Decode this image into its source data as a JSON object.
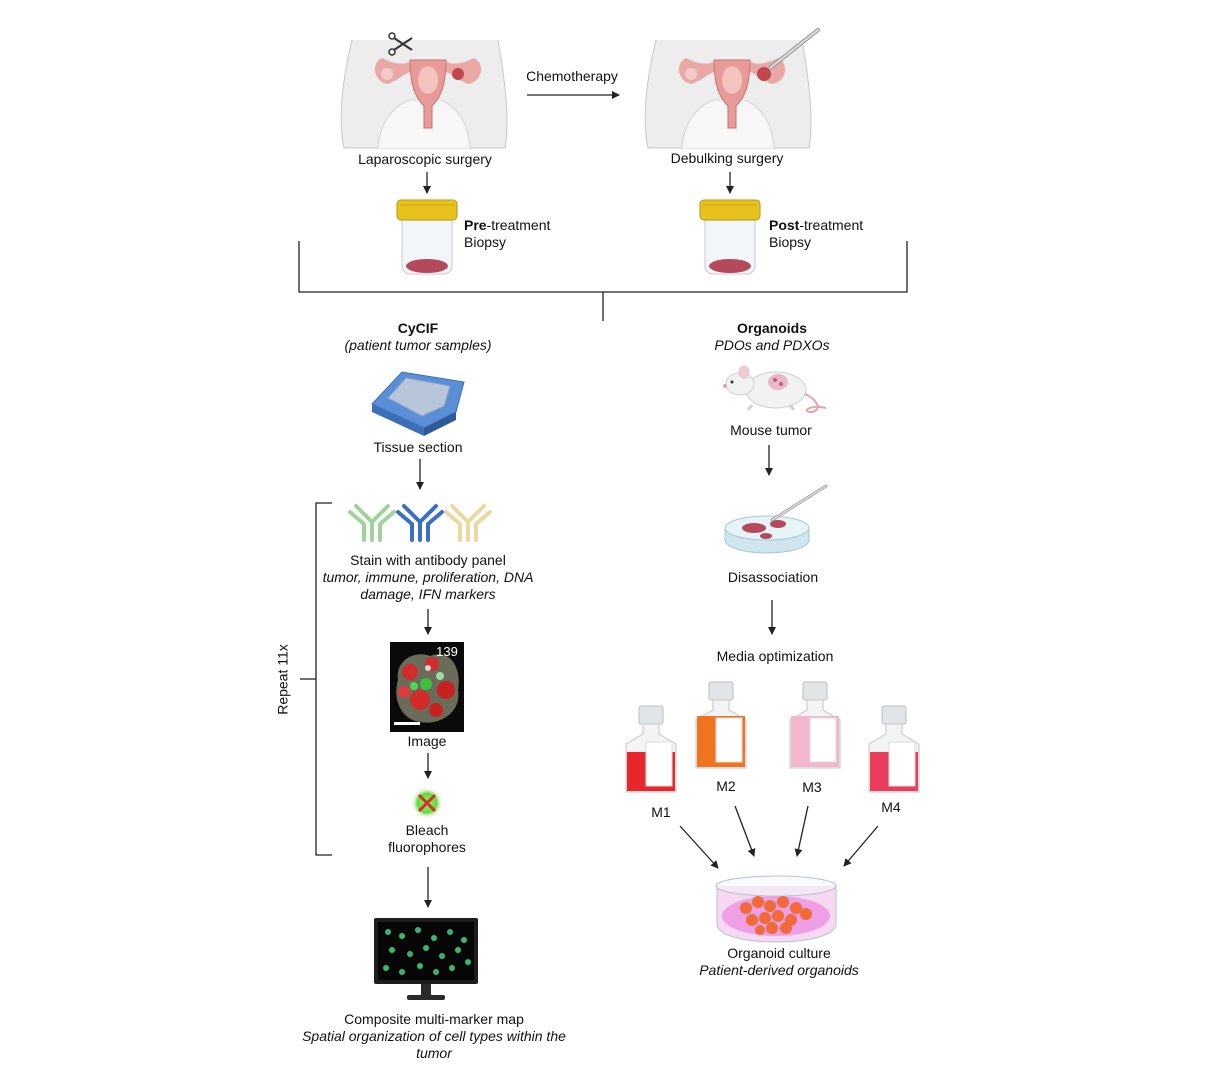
{
  "top": {
    "chemo_label": "Chemotherapy",
    "left_surgery": "Laparoscopic surgery",
    "right_surgery": "Debulking surgery",
    "pre_bold": "Pre",
    "pre_rest": "-treatment",
    "pre_line2": "Biopsy",
    "post_bold": "Post",
    "post_rest": "-treatment",
    "post_line2": "Biopsy"
  },
  "cycif": {
    "title": "CyCIF",
    "subtitle": "(patient tumor samples)",
    "tissue": "Tissue section",
    "stain": "Stain with antibody panel",
    "stain_detail_1": "tumor, immune, proliferation, DNA",
    "stain_detail_2": "damage, IFN markers",
    "image_label": "Image",
    "image_number": "139",
    "bleach_1": "Bleach",
    "bleach_2": "fluorophores",
    "repeat": "Repeat 11x",
    "composite": "Composite multi-marker map",
    "composite_detail_1": "Spatial organization of cell types within the",
    "composite_detail_2": "tumor"
  },
  "organoids": {
    "title": "Organoids",
    "subtitle": "PDOs and PDXOs",
    "mouse": "Mouse tumor",
    "dissociation": "Disassociation",
    "media": "Media optimization",
    "m1": "M1",
    "m2": "M2",
    "m3": "M3",
    "m4": "M4",
    "culture": "Organoid culture",
    "culture_detail": "Patient-derived organoids"
  },
  "colors": {
    "m1": "#e8262b",
    "m2": "#f0731e",
    "m3": "#f2b7cf",
    "m4": "#ea3d5c",
    "jar_lid": "#e8c21c",
    "tissue": "#b5485a",
    "antibody_green": "#9fd39a",
    "antibody_blue": "#3b6fc0",
    "antibody_yellow": "#ecd9a0",
    "dish_medium": "#ef9fe6",
    "organoid": "#f26a3a"
  }
}
